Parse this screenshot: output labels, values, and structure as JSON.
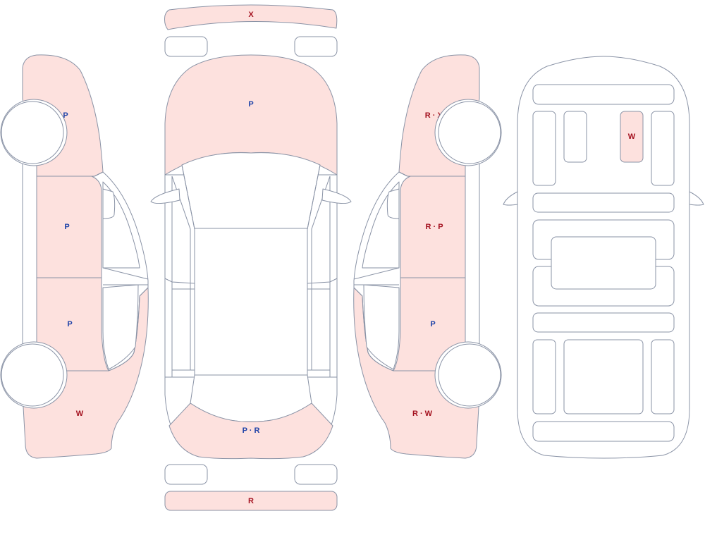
{
  "colors": {
    "damaged_fill": "#fde1de",
    "outline": "#8a93a6",
    "mark_red": "#a3101e",
    "mark_blue": "#1f43a8"
  },
  "marks": {
    "front_bumper": "X",
    "hood": "P",
    "rear_bumper": "P · R",
    "rear_bar": "R",
    "left_front_fender": "P",
    "left_front_door": "P",
    "left_rear_door": "P",
    "left_rear_quarter": "W",
    "right_front_fender": "R · XX",
    "right_front_door": "R · P",
    "right_rear_door": "P",
    "right_rear_quarter": "R · W",
    "interior_seat": "W"
  }
}
